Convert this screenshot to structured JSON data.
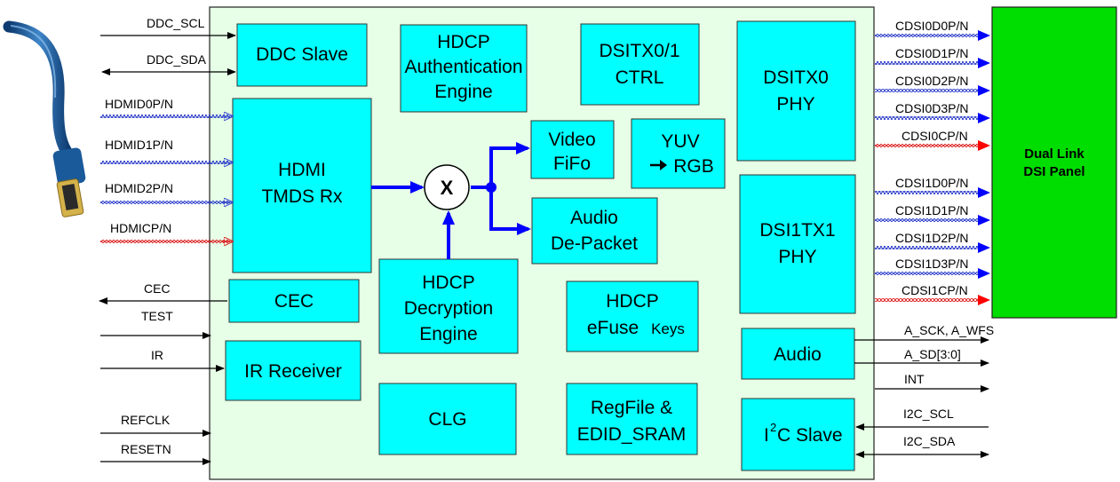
{
  "blocks": {
    "ddc_slave": "DDC Slave",
    "hdcp_auth": [
      "HDCP",
      "Authentication",
      "Engine"
    ],
    "dsitx_ctrl": [
      "DSITX0/1",
      "CTRL"
    ],
    "dsitx0_phy": [
      "DSITX0",
      "PHY"
    ],
    "tmds_rx": [
      "HDMI",
      "TMDS Rx"
    ],
    "video_fifo": [
      "Video",
      "FiFo"
    ],
    "yuv_rgb": [
      "YUV",
      "RGB"
    ],
    "audio_depacket": [
      "Audio",
      "De-Packet"
    ],
    "dsi1tx1_phy": [
      "DSI1TX1",
      "PHY"
    ],
    "cec": "CEC",
    "hdcp_decrypt": [
      "HDCP",
      "Decryption",
      "Engine"
    ],
    "hdcp_efuse": [
      "HDCP",
      "eFuse",
      "Keys"
    ],
    "ir_receiver": "IR Receiver",
    "audio": "Audio",
    "clg": "CLG",
    "regfile": [
      "RegFile  &",
      "EDID_SRAM"
    ],
    "i2c_slave": [
      "I",
      "2",
      "C Slave"
    ],
    "mixer": "X"
  },
  "panel": [
    "Dual Link",
    "DSI Panel"
  ],
  "left_signals": {
    "ddc_scl": "DDC_SCL",
    "ddc_sda": "DDC_SDA",
    "hdmi_d0": "HDMID0P/N",
    "hdmi_d1": "HDMID1P/N",
    "hdmi_d2": "HDMID2P/N",
    "hdmi_c": "HDMICP/N",
    "cec": "CEC",
    "test": "TEST",
    "ir": "IR",
    "refclk": "REFCLK",
    "resetn": "RESETN"
  },
  "dsi_lanes": [
    {
      "label": "CDSI0D0P/N",
      "kind": "data"
    },
    {
      "label": "CDSI0D1P/N",
      "kind": "data"
    },
    {
      "label": "CDSI0D2P/N",
      "kind": "data"
    },
    {
      "label": "CDSI0D3P/N",
      "kind": "data"
    },
    {
      "label": "CDSI0CP/N",
      "kind": "clock"
    },
    {
      "label": "CDSI1D0P/N",
      "kind": "data"
    },
    {
      "label": "CDSI1D1P/N",
      "kind": "data"
    },
    {
      "label": "CDSI1D2P/N",
      "kind": "data"
    },
    {
      "label": "CDSI1D3P/N",
      "kind": "data"
    },
    {
      "label": "CDSI1CP/N",
      "kind": "clock"
    }
  ],
  "right_signals": {
    "a_sck": "A_SCK, A_WFS",
    "a_sd": "A_SD[3:0]",
    "int": "INT",
    "i2c_scl": "I2C_SCL",
    "i2c_sda": "I2C_SDA"
  },
  "colors": {
    "block_fill": "#00ffff",
    "chip_fill": "#e6ffe6",
    "panel_fill": "#00dd00",
    "data_lane": "#0000ff",
    "clock_lane": "#ff0000",
    "signal_path": "#0000ff",
    "cable": "#1a5a9a"
  }
}
